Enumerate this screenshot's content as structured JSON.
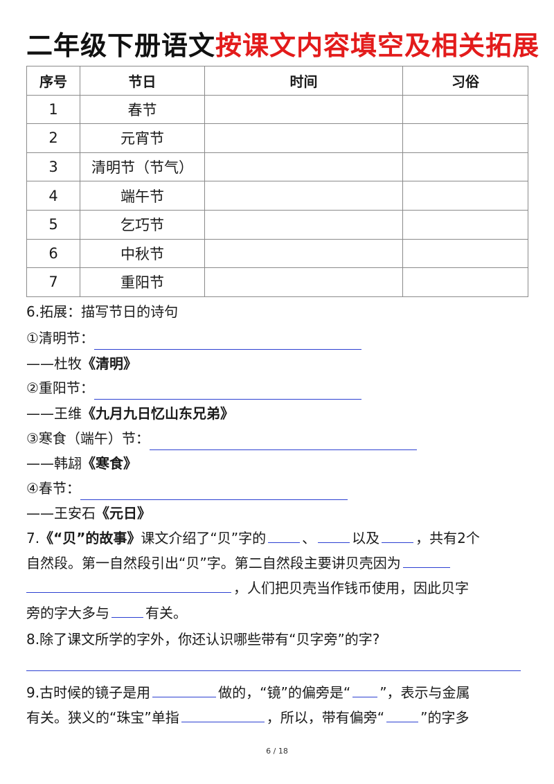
{
  "title": {
    "black": "二年级下册语文",
    "red": "按课文内容填空及相关拓展"
  },
  "table": {
    "headers": [
      "序号",
      "节日",
      "时间",
      "习俗"
    ],
    "rows": [
      {
        "num": "1",
        "name": "春节"
      },
      {
        "num": "2",
        "name": "元宵节"
      },
      {
        "num": "3",
        "name": "清明节（节气）"
      },
      {
        "num": "4",
        "name": "端午节"
      },
      {
        "num": "5",
        "name": "乞巧节"
      },
      {
        "num": "6",
        "name": "中秋节"
      },
      {
        "num": "7",
        "name": "重阳节"
      }
    ]
  },
  "s6": {
    "heading": "6.拓展：描写节日的诗句",
    "items": [
      {
        "label": "①清明节：",
        "dash": "——杜牧",
        "book": "《清明》"
      },
      {
        "label": "②重阳节：",
        "dash": "——王维",
        "book": "《九月九日忆山东兄弟》"
      },
      {
        "label": "③寒食（端午）节：",
        "dash": "——韩翃",
        "book": "《寒食》"
      },
      {
        "label": "④春节：",
        "dash": "——王安石",
        "book": "《元日》"
      }
    ]
  },
  "s7": {
    "p1": "7.",
    "p2": "《“贝”的故事》",
    "p3": "课文介绍了“贝”字的",
    "p4": "、",
    "p5": "以及",
    "p6": "，共有2个",
    "p7": "自然段。第一自然段引出“贝”字。第二自然段主要讲贝壳因为",
    "p8": "，人们把贝壳当作钱币使用，因此贝字",
    "p9": "旁的字大多与",
    "p10": "有关。"
  },
  "s8": {
    "text": "8.除了课文所学的字外，你还认识哪些带有“贝字旁”的字?"
  },
  "s9": {
    "p1": "9.古时候的镜子是用",
    "p2": "做的，“镜”的偏旁是“",
    "p3": "”，表示与金属",
    "p4": "有关。狭义的“珠宝”单指",
    "p5": "，所以，带有偏旁“",
    "p6": "”的字多"
  },
  "page": "6 / 18",
  "colors": {
    "title_red": "#e31b1b",
    "blank_line": "#2b3fd1"
  }
}
